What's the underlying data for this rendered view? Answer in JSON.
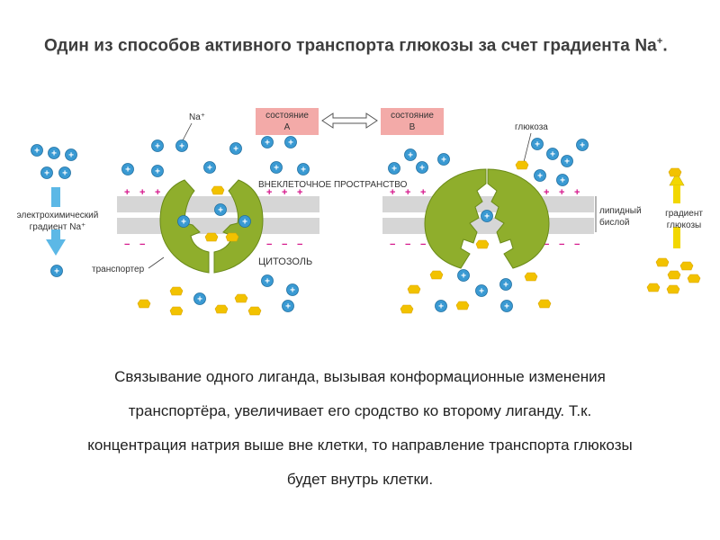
{
  "title": {
    "main": "Один из способов активного транспорта глюкозы за счет градиента Na",
    "sup": "+",
    "tail": "."
  },
  "diagram": {
    "state_a_line1": "состояние",
    "state_a_line2": "А",
    "state_b_line1": "состояние",
    "state_b_line2": "В",
    "na_label": "Na⁺",
    "glucose_label": "глюкоза",
    "extracellular_label": "ВНЕКЛЕТОЧНОЕ ПРОСТРАНСТВО",
    "cytosol_label": "ЦИТОЗОЛЬ",
    "transporter_label": "транспортер",
    "na_gradient_line1": "электрохимический",
    "na_gradient_line2": "градиент Na⁺",
    "lipid_line1": "липидный",
    "lipid_line2": "бислой",
    "glucose_gradient_line1": "градиент",
    "glucose_gradient_line2": "глюкозы",
    "plus_sign": "+",
    "minus_sign": "−",
    "colors": {
      "sodium": "#3a9ad3",
      "glucose": "#f2c200",
      "transporter": "#8fae2c",
      "state_box": "#f3aaa8",
      "gradient_arrow_na": "#5cb8e6",
      "gradient_arrow_glucose": "#f2d700",
      "charge": "#d6168b",
      "membrane": "#d6d6d6"
    }
  },
  "caption": {
    "line1": "Связывание одного лиганда, вызывая конформационные изменения",
    "line2": "транспортёра, увеличивает его сродство ко второму лиганду. Т.к.",
    "line3": "концентрация натрия выше вне клетки, то направление транспорта глюкозы",
    "line4": "будет внутрь клетки."
  }
}
